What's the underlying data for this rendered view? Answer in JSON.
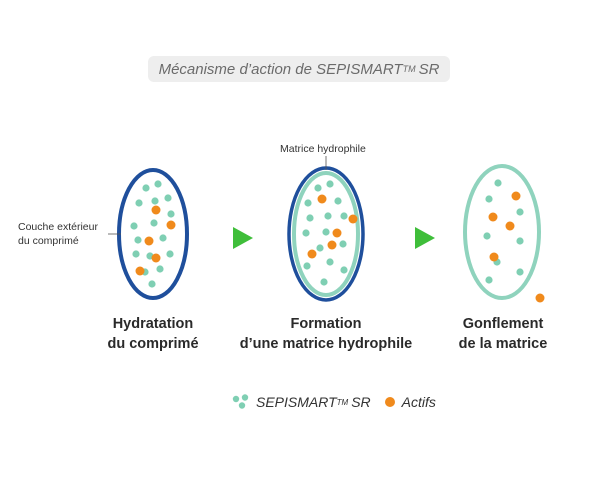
{
  "title": {
    "main": "Mécanisme d’action de SEPISMART",
    "sup": "TM",
    "suffix": " SR"
  },
  "annotations": {
    "outer_layer_line1": "Couche extérieur",
    "outer_layer_line2": "du comprimé",
    "hydrophilic_matrix": "Matrice hydrophile"
  },
  "steps": [
    {
      "line1": "Hydratation",
      "line2": "du comprimé"
    },
    {
      "line1": "Formation",
      "line2": "d’une matrice hydrophile"
    },
    {
      "line1": "Gonflement",
      "line2": "de la matrice"
    }
  ],
  "legend": {
    "sepismart_label": "SEPISMART",
    "sepismart_sup": "TM",
    "sepismart_suffix": " SR",
    "actives_label": "Actifs"
  },
  "colors": {
    "tablet_outline": "#1f4f9c",
    "matrix_outline": "#8fd3bd",
    "sepismart_dot": "#7fcfb3",
    "active_dot": "#f08a1c",
    "arrow": "#3fbe3a",
    "title_bg": "#eeeeee"
  }
}
